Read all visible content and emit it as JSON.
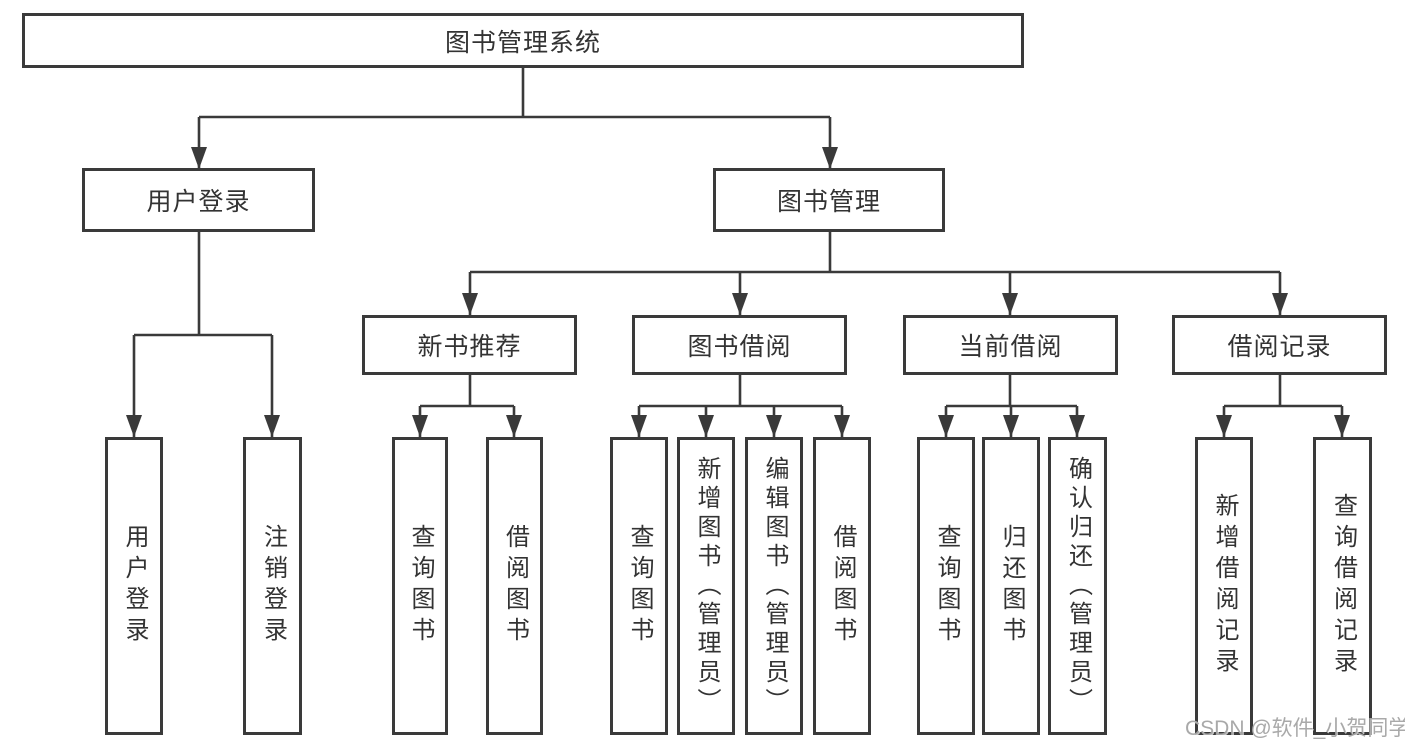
{
  "diagram": {
    "root": {
      "label": "图书管理系统"
    },
    "level2": {
      "user_login": {
        "label": "用户登录"
      },
      "book_management": {
        "label": "图书管理"
      }
    },
    "level3": {
      "new_book_recommend": {
        "label": "新书推荐"
      },
      "book_borrowing": {
        "label": "图书借阅"
      },
      "current_borrowing": {
        "label": "当前借阅"
      },
      "borrowing_records": {
        "label": "借阅记录"
      }
    },
    "leaves": {
      "user_login": {
        "label": "用户登录"
      },
      "logout": {
        "label": "注销登录"
      },
      "nb_query_books": {
        "label": "查询图书"
      },
      "nb_borrow_books": {
        "label": "借阅图书"
      },
      "bb_query_books": {
        "label": "查询图书"
      },
      "bb_add_books": {
        "label": "新增图书（管理员）"
      },
      "bb_edit_books": {
        "label": "编辑图书（管理员）"
      },
      "bb_borrow_books": {
        "label": "借阅图书"
      },
      "cb_query_books": {
        "label": "查询图书"
      },
      "cb_return_books": {
        "label": "归还图书"
      },
      "cb_confirm_return": {
        "label": "确认归还（管理员）"
      },
      "br_add_record": {
        "label": "新增借阅记录"
      },
      "br_query_record": {
        "label": "查询借阅记录"
      }
    },
    "watermark": "CSDN @软件_小贺同学",
    "colors": {
      "line": "#3a3a3a",
      "text": "#333333",
      "background": "#ffffff",
      "watermark": "#a4a4a4"
    }
  }
}
